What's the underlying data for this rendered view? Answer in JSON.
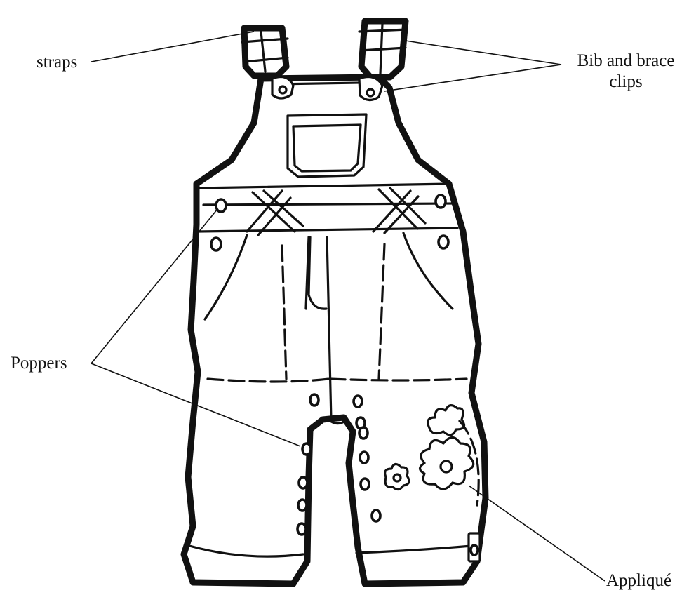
{
  "labels": {
    "straps": "straps",
    "clips_line1": "Bib and brace",
    "clips_line2": "clips",
    "poppers": "Poppers",
    "applique": "Appliqué"
  }
}
